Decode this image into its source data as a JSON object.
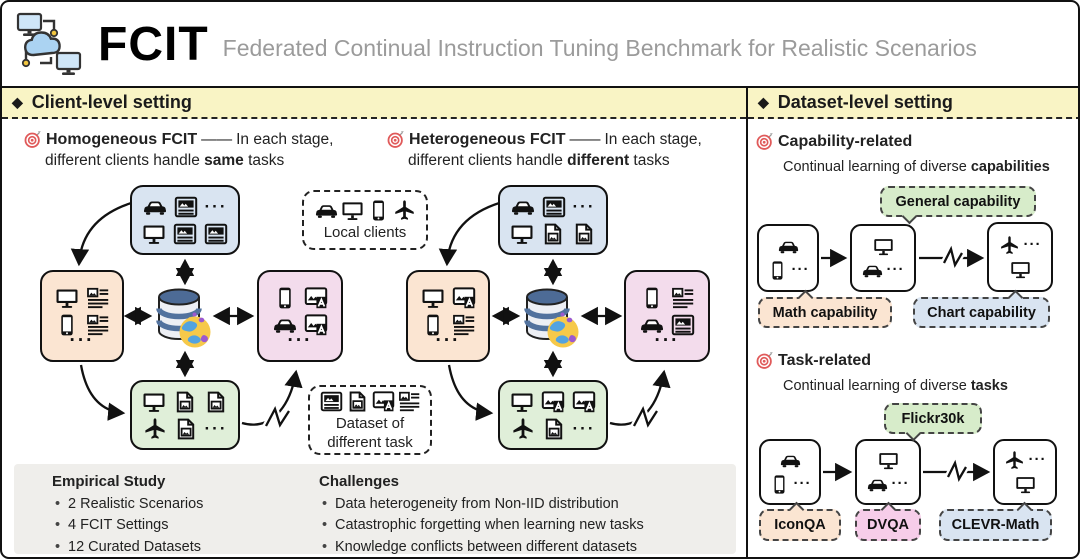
{
  "ui": {
    "diamond": "◆",
    "dots": "···",
    "dash": "——"
  },
  "header": {
    "title": "FCIT",
    "subtitle": "Federated Continual Instruction Tuning Benchmark for Realistic Scenarios"
  },
  "left_panel": {
    "header": "Client-level setting",
    "homogeneous": {
      "title": "Homogeneous FCIT",
      "desc1": "In each stage,",
      "desc2_pre": "different clients handle ",
      "desc2_bold": "same",
      "desc2_post": " tasks"
    },
    "heterogeneous": {
      "title": "Heterogeneous FCIT",
      "desc1": "In each stage,",
      "desc2_pre": "different clients handle ",
      "desc2_bold": "different",
      "desc2_post": " tasks"
    },
    "local_clients": {
      "label": "Local clients",
      "icons": [
        "car",
        "monitor",
        "phone",
        "plane"
      ]
    },
    "dataset_box": {
      "line1": "Dataset of",
      "line2": "different task",
      "icons": [
        "imgdoc",
        "fileimg",
        "imgA",
        "doclines"
      ]
    },
    "hom": {
      "top": {
        "row1": [
          "car",
          "imgdoc",
          "dots"
        ],
        "row2": [
          "monitor",
          "imgdoc",
          "imgdoc"
        ]
      },
      "left": {
        "row1": [
          "monitor",
          "doclines"
        ],
        "row2": [
          "phone",
          "doclines"
        ],
        "row3": [
          "dots"
        ]
      },
      "right": {
        "row1": [
          "phone",
          "imgA"
        ],
        "row2": [
          "car",
          "imgA"
        ],
        "row3": [
          "dots"
        ]
      },
      "bottom": {
        "row1": [
          "monitor",
          "fileimg",
          "fileimg"
        ],
        "row2": [
          "plane",
          "fileimg",
          "dots"
        ]
      }
    },
    "het": {
      "top": {
        "row1": [
          "car",
          "imgdoc",
          "dots"
        ],
        "row2": [
          "monitor",
          "fileimg",
          "fileimg"
        ]
      },
      "left": {
        "row1": [
          "monitor",
          "imgA"
        ],
        "row2": [
          "phone",
          "doclines"
        ],
        "row3": [
          "dots"
        ]
      },
      "right": {
        "row1": [
          "phone",
          "doclines"
        ],
        "row2": [
          "car",
          "imgdoc"
        ],
        "row3": [
          "dots"
        ]
      },
      "bottom": {
        "row1": [
          "monitor",
          "imgA",
          "imgA"
        ],
        "row2": [
          "plane",
          "fileimg",
          "dots"
        ]
      }
    },
    "empirical": {
      "title": "Empirical Study",
      "items": [
        "2 Realistic Scenarios",
        "4 FCIT Settings",
        "12 Curated Datasets"
      ]
    },
    "challenges": {
      "title": "Challenges",
      "items": [
        "Data heterogeneity from Non-IID distribution",
        "Catastrophic forgetting when learning new tasks",
        "Knowledge conflicts between different datasets"
      ]
    }
  },
  "right_panel": {
    "header": "Dataset-level setting",
    "capability": {
      "title": "Capability-related",
      "desc_pre": "Continual learning of diverse ",
      "desc_bold": "capabilities",
      "bubble_top": "General capability",
      "bubble_left": "Math capability",
      "bubble_right": "Chart capability",
      "boxes": {
        "b1": {
          "row1": [
            "car"
          ],
          "row2": [
            "phone",
            "dots"
          ]
        },
        "b2": {
          "row1": [
            "monitor"
          ],
          "row2": [
            "car",
            "dots"
          ]
        },
        "b3": {
          "row1": [
            "plane",
            "dots"
          ],
          "row2": [
            "monitor"
          ]
        }
      }
    },
    "task": {
      "title": "Task-related",
      "desc_pre": "Continual learning of diverse ",
      "desc_bold": "tasks",
      "bubble_top": "Flickr30k",
      "bubble_left": "IconQA",
      "bubble_mid": "DVQA",
      "bubble_right": "CLEVR-Math",
      "boxes": {
        "b1": {
          "row1": [
            "car"
          ],
          "row2": [
            "phone",
            "dots"
          ]
        },
        "b2": {
          "row1": [
            "monitor"
          ],
          "row2": [
            "car",
            "dots"
          ]
        },
        "b3": {
          "row1": [
            "plane",
            "dots"
          ],
          "row2": [
            "monitor"
          ]
        }
      }
    }
  },
  "colors": {
    "yellow": "#f9f4c5",
    "blue": "#d9e4f1",
    "peach": "#fbe5d2",
    "pink": "#f3dcec",
    "green": "#e0efd9",
    "bubble_green": "#d7ecca",
    "bubble_pink": "#f6cde9",
    "gray": "#efeeeb",
    "subtitle_gray": "#9b9b9b",
    "target_red": "#e05a5a",
    "db_blue": "#4d6b96",
    "globe_yellow": "#f6c94a",
    "globe_blue": "#53a3e0",
    "globe_purple": "#9b59d0",
    "logo_blue": "#abd3f2"
  }
}
